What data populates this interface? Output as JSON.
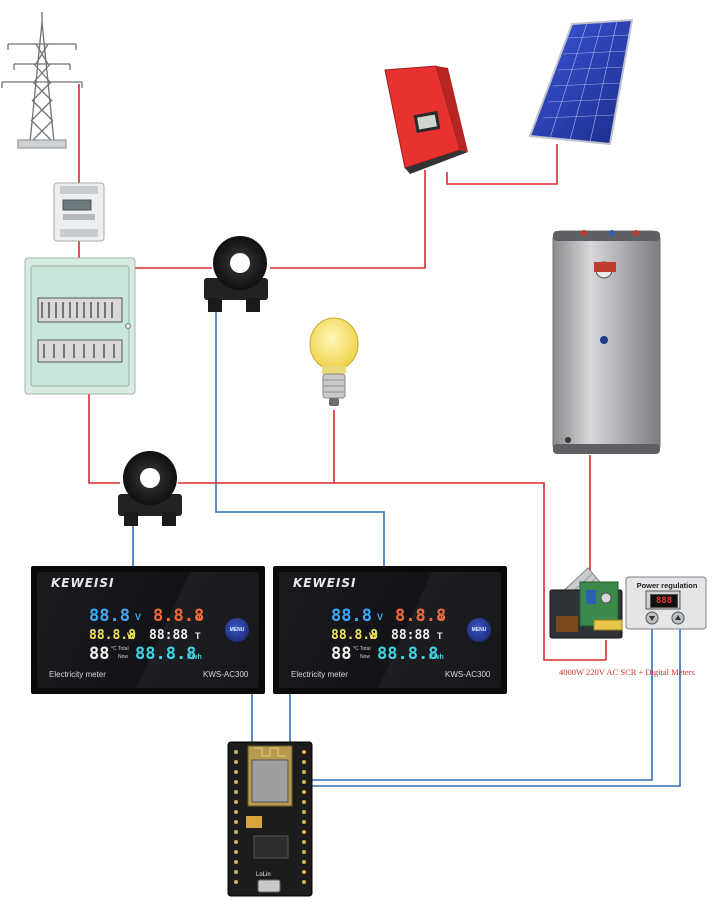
{
  "meters": [
    {
      "brand": "KEWEISI",
      "voltage": "88.8",
      "voltage_unit": "V",
      "current": "8.8.8",
      "current_unit": "A",
      "power": "88.8.8",
      "power_unit": "W",
      "time": "88:88",
      "time_unit": "T",
      "temp": "88",
      "temp_unit": "°C",
      "total_label": "Total",
      "now_label": "Now",
      "energy": "88.8.8",
      "energy_unit": "Kwh",
      "menu_label": "MENU",
      "label": "Electricity meter",
      "model": "KWS-AC300"
    },
    {
      "brand": "KEWEISI",
      "voltage": "88.8",
      "voltage_unit": "V",
      "current": "8.8.8",
      "current_unit": "A",
      "power": "88.8.8",
      "power_unit": "W",
      "time": "88:88",
      "time_unit": "T",
      "temp": "88",
      "temp_unit": "°C",
      "total_label": "Total",
      "now_label": "Now",
      "energy": "88.8.8",
      "energy_unit": "Kwh",
      "menu_label": "MENU",
      "label": "Electricity meter",
      "model": "KWS-AC300"
    }
  ],
  "power_regulator": {
    "title": "Power regulation",
    "display": "888"
  },
  "scr_caption": "4000W 220V AC SCR + Digital Meters",
  "controller_board": {
    "label": "LoLin"
  },
  "colors": {
    "ac_wire": "#d92b2b",
    "signal_wire": "#2f6fb5",
    "meter_voltage": "#3fa9f5",
    "meter_current": "#f26b3a",
    "meter_power": "#f2e35a",
    "meter_energy": "#3fd3e6",
    "inverter": "#e8322f",
    "solar_panel": "#2a3fb8",
    "tank": "#a9aaad"
  }
}
